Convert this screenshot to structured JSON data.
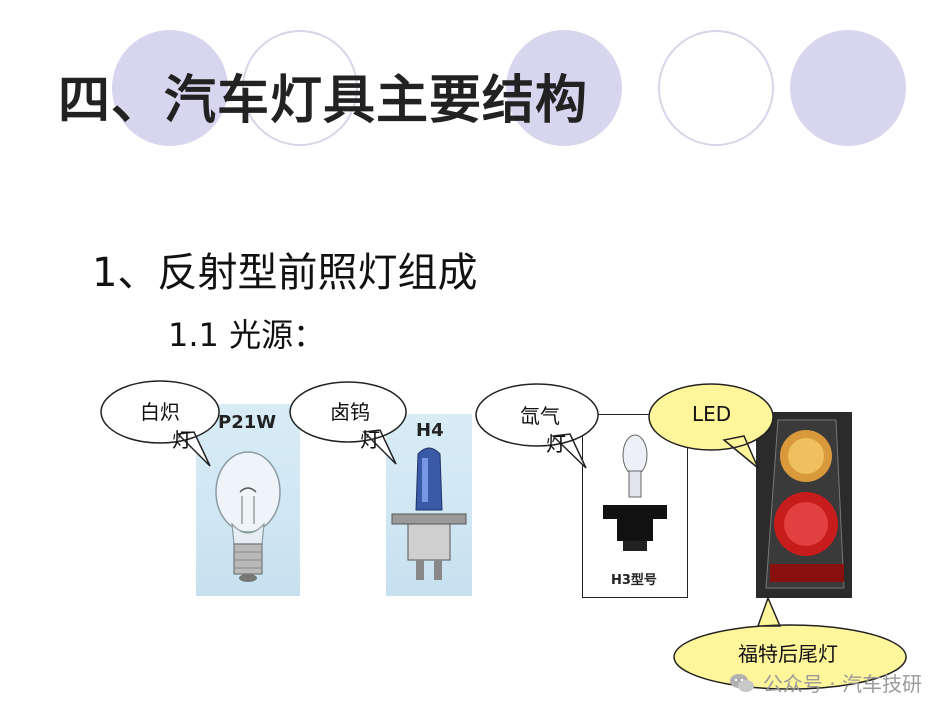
{
  "slide": {
    "title": "四、汽车灯具主要结构",
    "subtitle": "1、反射型前照灯组成",
    "section": "1.1 光源："
  },
  "bulbs": [
    {
      "bubble_line1": "白炽",
      "bubble_line2": "灯",
      "label": "P21W"
    },
    {
      "bubble_line1": "卤钨",
      "bubble_line2": "灯",
      "label": "H4"
    },
    {
      "bubble_line1": "氙气",
      "bubble_line2": "灯",
      "label": "H3型号"
    },
    {
      "bubble_line1": "LED",
      "caption": "福特后尾灯"
    }
  ],
  "watermark": {
    "text": "公众号 · 汽车技研"
  },
  "colors": {
    "accent_fill": "#d7d6ee",
    "led_bubble": "#fff59b",
    "bubble_white": "#ffffff"
  }
}
